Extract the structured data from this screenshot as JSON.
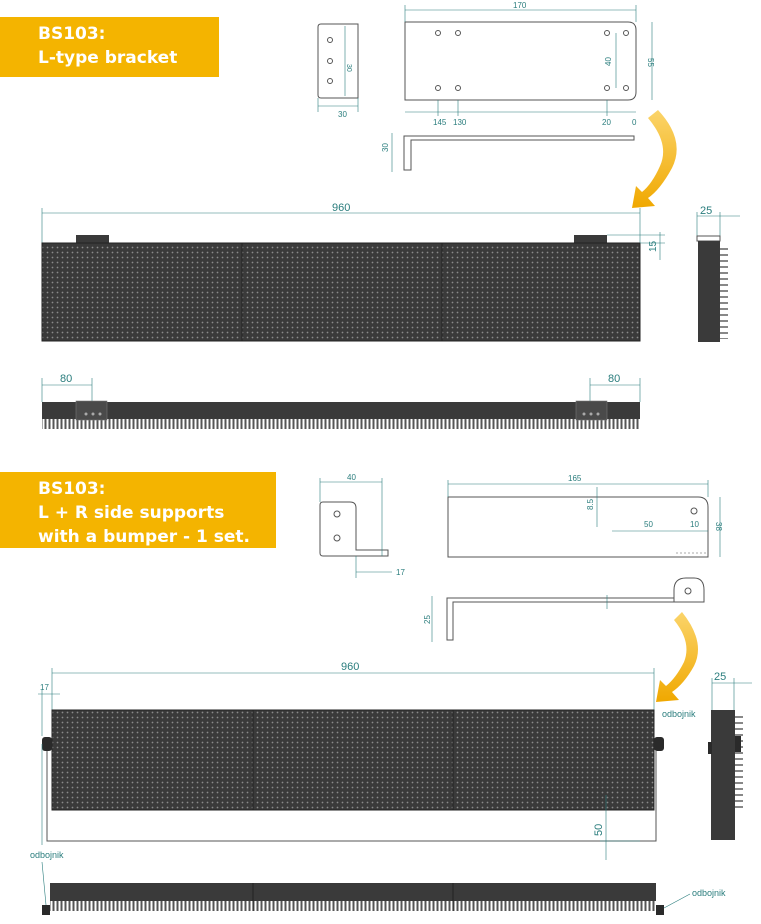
{
  "banners": [
    {
      "title": "BS103:",
      "lines": [
        "L-type bracket"
      ]
    },
    {
      "title": "BS103:",
      "lines": [
        "L + R side supports",
        "with a bumper - 1 set."
      ]
    }
  ],
  "bracket_dims": {
    "width": "170",
    "height": "55",
    "hole_v": "40",
    "x145": "145",
    "x130": "130",
    "x20": "20",
    "x0": "0",
    "side_w": "30",
    "side_h": "30",
    "profile_h": "30"
  },
  "panel1_dims": {
    "length": "960",
    "bracket_h": "15",
    "depth": "25",
    "offset_left": "80",
    "offset_right": "80"
  },
  "support_dims": {
    "side_w": "40",
    "foot": "17",
    "length": "165",
    "h1": "8.5",
    "h2": "38",
    "x50": "50",
    "x10": "10",
    "profile_h": "25"
  },
  "panel2_dims": {
    "length": "960",
    "offset": "17",
    "depth": "25",
    "drop": "50"
  },
  "labels": {
    "bumper": "odbojnik"
  },
  "colors": {
    "accent": "#f4b400",
    "dimension": "#2a7d7d",
    "panel": "#3a3a3a",
    "outline": "#555555"
  }
}
